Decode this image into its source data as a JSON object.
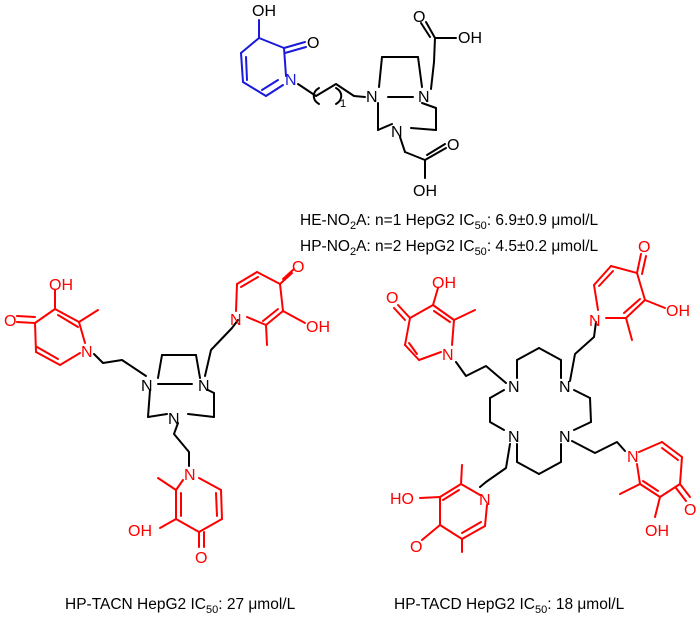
{
  "colors": {
    "hp_moiety": "#ff0000",
    "he_moiety": "#1a1adb",
    "skeleton": "#000000"
  },
  "structures": {
    "top": {
      "labels": {
        "oh": "OH",
        "o": "O",
        "n_ring": "N",
        "n1": "N",
        "n2": "N",
        "n3": "N",
        "cooh1": "OH",
        "cooh1_o": "O",
        "cooh2": "OH",
        "cooh2_o": "O",
        "index": "1"
      },
      "caption1": {
        "name": "HE-NO",
        "sub_name": "2",
        "name2": "A: ",
        "text": "n=1 HepG2 IC",
        "sub": "50",
        "value": ": 6.9±0.9 μmol/L"
      },
      "caption2": {
        "name": "HP-NO",
        "sub_name": "2",
        "name2": "A: ",
        "text": "n=2 HepG2 IC",
        "sub": "50",
        "value": ": 4.5±0.2 μmol/L"
      }
    },
    "tacn": {
      "labels": {
        "o": "O",
        "oh": "OH",
        "n": "N"
      },
      "caption": {
        "text": "HP-TACN HepG2 IC",
        "sub": "50",
        "value": ": 27 μmol/L"
      }
    },
    "tacd": {
      "labels": {
        "o": "O",
        "oh": "OH",
        "n": "N",
        "ho": "HO"
      },
      "caption": {
        "text": "HP-TACD HepG2 IC",
        "sub": "50",
        "value": ": 18 μmol/L"
      }
    }
  }
}
